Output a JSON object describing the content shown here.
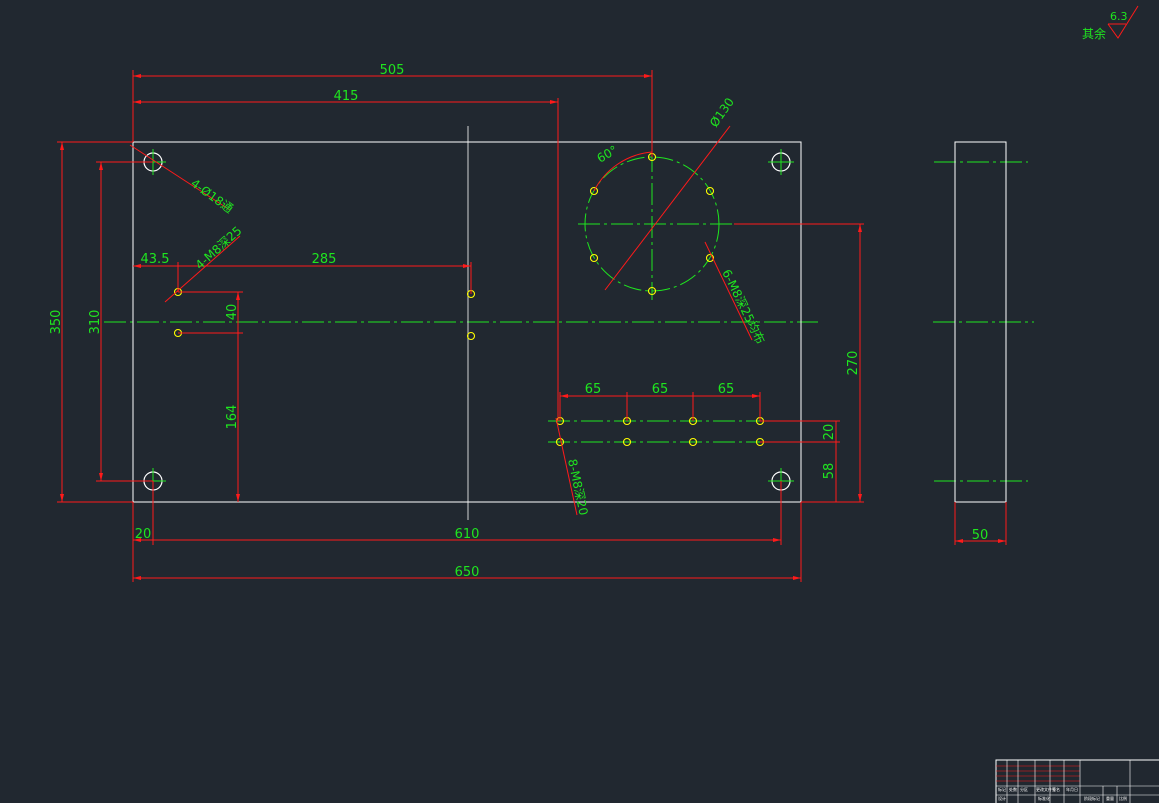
{
  "drawing": {
    "dimensions": {
      "overall_length": "650",
      "overall_height": "350",
      "hole_span_horizontal": "610",
      "hole_span_vertical": "310",
      "offset_20_left": "20",
      "circle_center_x": "505",
      "column_x": "415",
      "tapped_left_x": "43.5",
      "tapped_spacing": "285",
      "tapped_gap_40": "40",
      "tapped_height": "164",
      "circle_center_y": "270",
      "row_pitch_1": "65",
      "row_pitch_2": "65",
      "row_pitch_3": "65",
      "row_gap": "20",
      "row_height": "58",
      "side_thickness": "50"
    },
    "callouts": {
      "corner_holes": "4-Ø18通",
      "left_tapped": "4-M8深25",
      "circle_diameter": "Ø130",
      "circle_angle": "60°",
      "circle_holes": "6-M8深25均布",
      "row_holes": "8-M8深20"
    },
    "surface_finish": {
      "label": "其余",
      "value": "6.3"
    },
    "title_block": {
      "cells": [
        "标记",
        "处数",
        "分区",
        "更改文件号",
        "签名",
        "年月日",
        "设计",
        "标准化",
        "阶段标记",
        "重量",
        "比例"
      ]
    }
  },
  "colors": {
    "background": "#212830",
    "outline": "#ffffff",
    "dimension": "#ff1a1a",
    "text_and_center": "#1fe61f",
    "hole_marker": "#ffff00"
  }
}
